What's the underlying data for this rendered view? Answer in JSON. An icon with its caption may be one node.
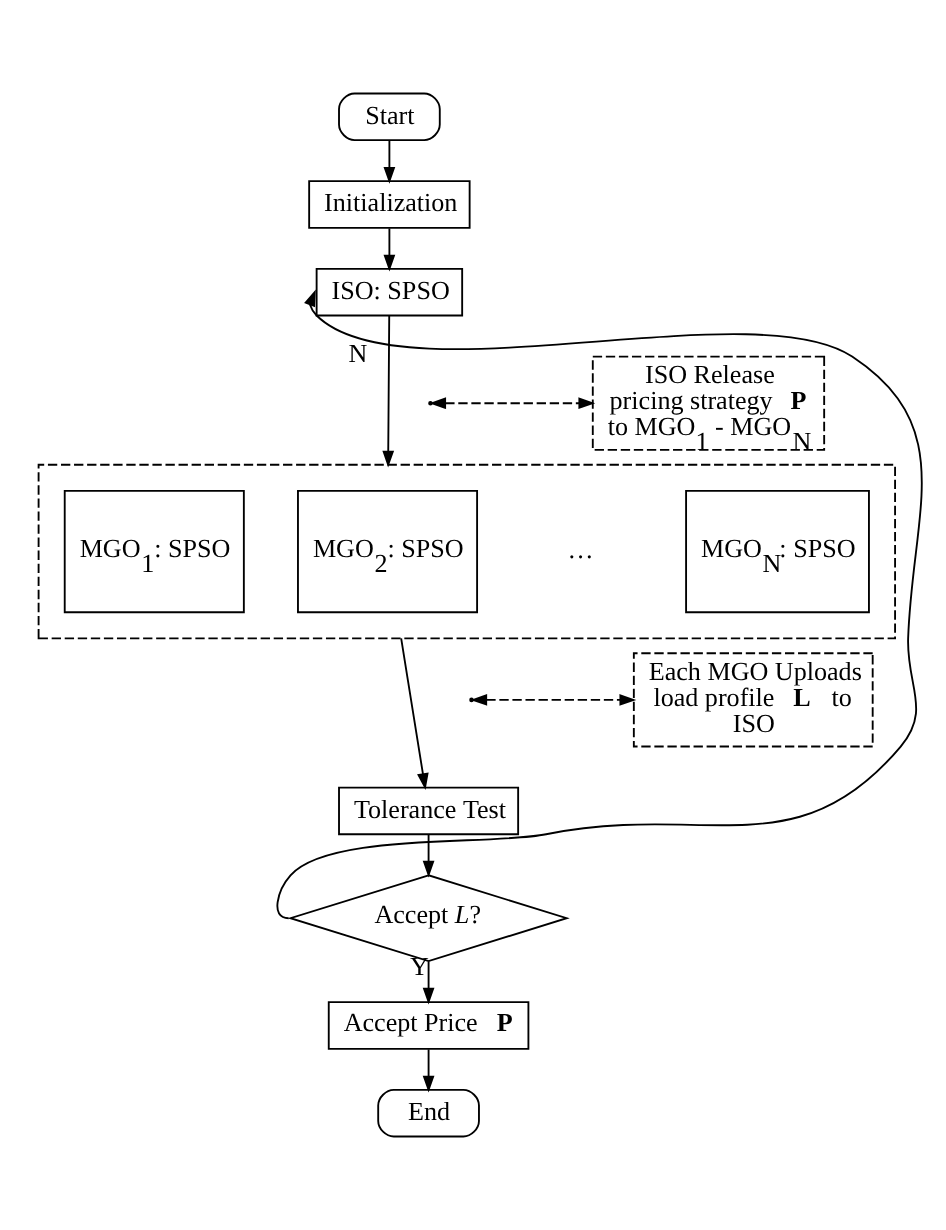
{
  "diagram": {
    "nodes": [
      {
        "text": [
          "Start"
        ]
      },
      {
        "text": [
          "Initialization"
        ]
      },
      {
        "text": [
          "ISO: SPSO"
        ]
      },
      {
        "text": [
          "ISO Release pricing strategy **P** to MGO$_{1}$ - MGO$_{N}$"
        ]
      },
      {
        "text": [],
        "shape": "box"
      },
      {
        "text": [
          "MGO$_{1}$: SPSO"
        ],
        "in": 4
      },
      {
        "text": [
          "MGO$_{2}$: SPSO"
        ],
        "in": 4
      },
      {
        "text": [
          "MGO$_{N}$: SPSO"
        ],
        "in": 4
      },
      {
        "text": [
          "Each MGO Uploads load profile **L** to ISO"
        ]
      },
      {
        "text": [
          "Tolerance Test"
        ]
      },
      {
        "text": [
          "Accept *L*?"
        ]
      },
      {
        "text": [
          "Accept Price **P**"
        ]
      },
      {
        "text": [
          "End"
        ]
      }
    ],
    "edges": [
      {
        "from": 0,
        "to": 1,
        "arrow": "to"
      },
      {
        "from": 1,
        "to": 2,
        "arrow": "to"
      },
      {
        "from": 2,
        "to": 4,
        "arrow": "to"
      },
      {
        "from": null,
        "to": 3,
        "arrow": "both",
        "style": "dashed"
      },
      {
        "from": 4,
        "to": 9,
        "arrow": "to"
      },
      {
        "from": null,
        "to": 8,
        "arrow": "both",
        "style": "dashed"
      },
      {
        "from": 9,
        "to": 10,
        "arrow": "to"
      },
      {
        "from": 10,
        "to": 11,
        "arrow": "to",
        "label": "Y"
      },
      {
        "from": 10,
        "to": 2,
        "arrow": "to",
        "label": "N"
      },
      {
        "from": 11,
        "to": 12,
        "arrow": "to"
      }
    ],
    "labels": [
      "…"
    ]
  }
}
